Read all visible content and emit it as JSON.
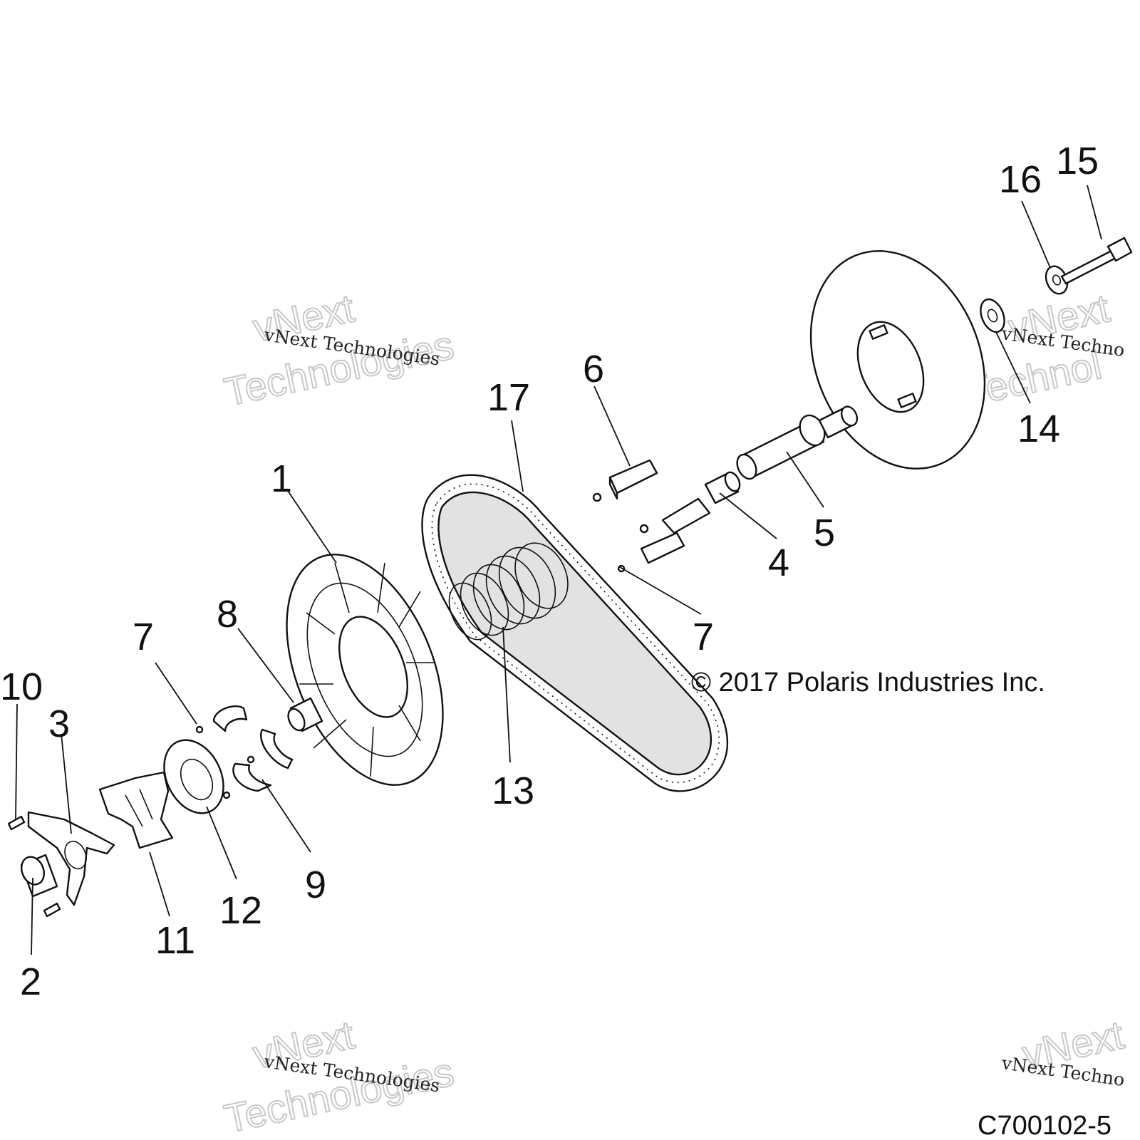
{
  "callouts": [
    {
      "id": "1",
      "label": "1"
    },
    {
      "id": "2",
      "label": "2"
    },
    {
      "id": "3",
      "label": "3"
    },
    {
      "id": "4",
      "label": "4"
    },
    {
      "id": "5",
      "label": "5"
    },
    {
      "id": "6",
      "label": "6"
    },
    {
      "id": "7a",
      "label": "7"
    },
    {
      "id": "7b",
      "label": "7"
    },
    {
      "id": "8",
      "label": "8"
    },
    {
      "id": "9",
      "label": "9"
    },
    {
      "id": "10",
      "label": "10"
    },
    {
      "id": "11",
      "label": "11"
    },
    {
      "id": "12",
      "label": "12"
    },
    {
      "id": "13",
      "label": "13"
    },
    {
      "id": "14",
      "label": "14"
    },
    {
      "id": "15",
      "label": "15"
    },
    {
      "id": "16",
      "label": "16"
    },
    {
      "id": "17",
      "label": "17"
    }
  ],
  "copyright": "© 2017 Polaris Industries Inc.",
  "drawing_id": "C700102-5",
  "watermarks": {
    "small_text": "vNext Technologies",
    "small_text_cut": "vNext Techno",
    "big_line1": "vNext",
    "big_line2": "Technologies",
    "big_line2_cut": "Technol"
  }
}
